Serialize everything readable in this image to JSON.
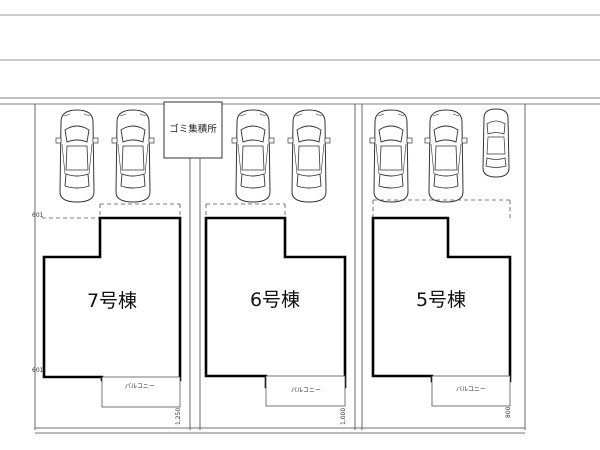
{
  "garbage_area": {
    "label": "ゴミ集積所"
  },
  "buildings": [
    {
      "label": "7号棟",
      "balcony": "バルコニー",
      "dimension": "1,250"
    },
    {
      "label": "6号棟",
      "balcony": "バルコニー",
      "dimension": "1,000"
    },
    {
      "label": "5号棟",
      "balcony": "バルコニー",
      "dimension": "800"
    }
  ],
  "edge_marks": {
    "upper": "601",
    "lower": "601"
  },
  "icons": {
    "car": "car-top-view-icon"
  }
}
